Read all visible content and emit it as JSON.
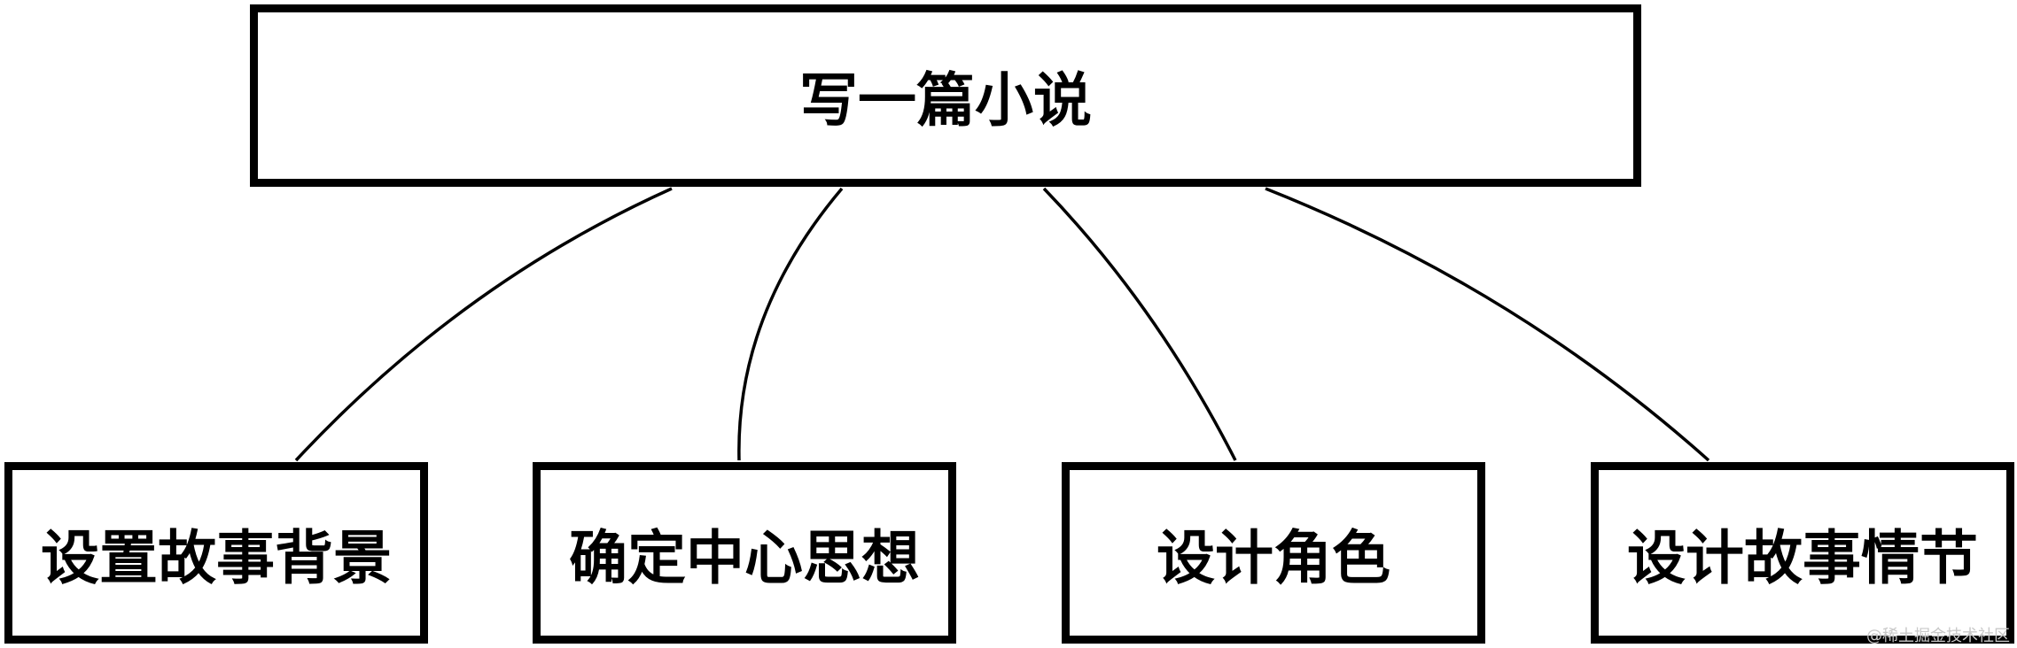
{
  "diagram": {
    "root": {
      "label": "写一篇小说"
    },
    "children": [
      {
        "label": "设置故事背景"
      },
      {
        "label": "确定中心思想"
      },
      {
        "label": "设计角色"
      },
      {
        "label": "设计故事情节"
      }
    ],
    "edges": [
      {
        "from": "root",
        "to": 0
      },
      {
        "from": "root",
        "to": 1
      },
      {
        "from": "root",
        "to": 2
      },
      {
        "from": "root",
        "to": 3
      }
    ]
  },
  "watermark": "@稀土掘金技术社区",
  "colors": {
    "stroke": "#000000",
    "background": "#ffffff",
    "watermark": "#c8c8c8"
  }
}
